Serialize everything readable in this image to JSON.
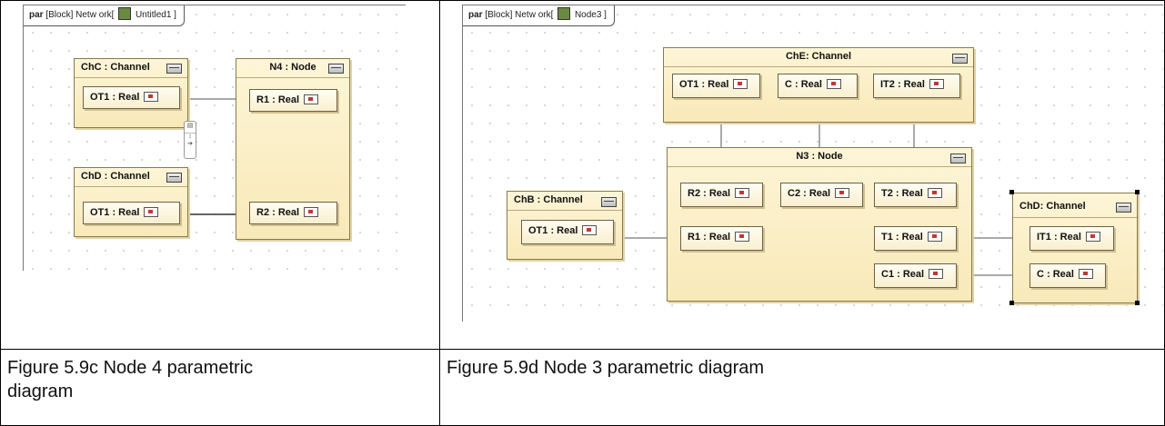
{
  "left": {
    "frame": {
      "kw": "par",
      "rest": "[Block] Netw ork[",
      "diagram": "Untitled1 ]"
    },
    "blocks": {
      "chc": {
        "title": "ChC : Channel"
      },
      "chd": {
        "title": "ChD : Channel"
      },
      "n4": {
        "title": "N4 : Node"
      }
    },
    "props": {
      "chc_ot1": "OT1 : Real",
      "chd_ot1": "OT1 : Real",
      "n4_r1": "R1 : Real",
      "n4_r2": "R2 : Real"
    },
    "caption": "Figure 5.9c Node 4 parametric diagram"
  },
  "right": {
    "frame": {
      "kw": "par",
      "rest": "[Block] Netw ork[",
      "diagram": "Node3 ]"
    },
    "blocks": {
      "che": {
        "title": "ChE: Channel"
      },
      "n3": {
        "title": "N3 : Node"
      },
      "chb": {
        "title": "ChB : Channel"
      },
      "chd": {
        "title": "ChD: Channel"
      }
    },
    "props": {
      "che_ot1": "OT1 : Real",
      "che_c": "C : Real",
      "che_it2": "IT2 : Real",
      "n3_r2": "R2 : Real",
      "n3_c2": "C2 : Real",
      "n3_t2": "T2 : Real",
      "n3_r1": "R1 : Real",
      "n3_t1": "T1 : Real",
      "n3_c1": "C1 : Real",
      "chb_ot1": "OT1 : Real",
      "chd_it1": "IT1 : Real",
      "chd_c": "C : Real"
    },
    "caption": "Figure 5.9d Node 3 parametric diagram"
  }
}
